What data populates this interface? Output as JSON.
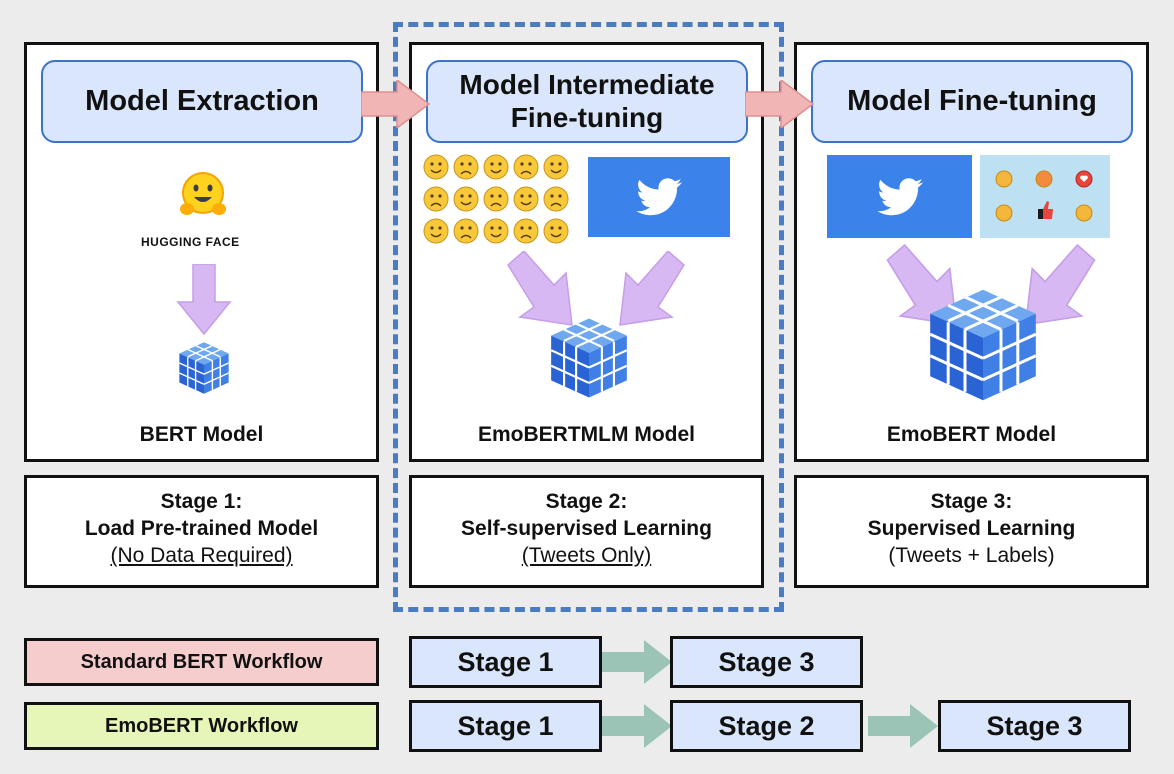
{
  "stages": [
    {
      "title": "Model Extraction",
      "logo_text": "HUGGING FACE",
      "model": "BERT Model",
      "stage_label": "Stage 1:",
      "stage_desc": "Load Pre-trained Model",
      "stage_note": "(No Data Required)"
    },
    {
      "title_line1": "Model Intermediate",
      "title_line2": "Fine-tuning",
      "model": "EmoBERTMLM Model",
      "stage_label": "Stage 2:",
      "stage_desc": "Self-supervised Learning",
      "stage_note": "(Tweets Only)"
    },
    {
      "title": "Model Fine-tuning",
      "model": "EmoBERT Model",
      "stage_label": "Stage 3:",
      "stage_desc": "Supervised Learning",
      "stage_note": "(Tweets + Labels)"
    }
  ],
  "workflows": [
    {
      "name": "Standard BERT Workflow",
      "color": "#f6cdcd",
      "steps": [
        "Stage 1",
        "Stage 3"
      ]
    },
    {
      "name": "EmoBERT Workflow",
      "color": "#e6f5b8",
      "steps": [
        "Stage 1",
        "Stage 2",
        "Stage 3"
      ]
    }
  ],
  "colors": {
    "title_fill": "#d9e6fb",
    "title_border": "#3c73c8",
    "pink_arrow": "#f2b5b5",
    "purple_arrow": "#d8b8f2",
    "gray_arrow": "#9cc4b6",
    "twitter_blue": "#3b82ea",
    "dashed_border": "#4a7cc4"
  },
  "icons": [
    "hugging-face-icon",
    "twitter-icon",
    "cube-icon",
    "emoji-icon"
  ]
}
